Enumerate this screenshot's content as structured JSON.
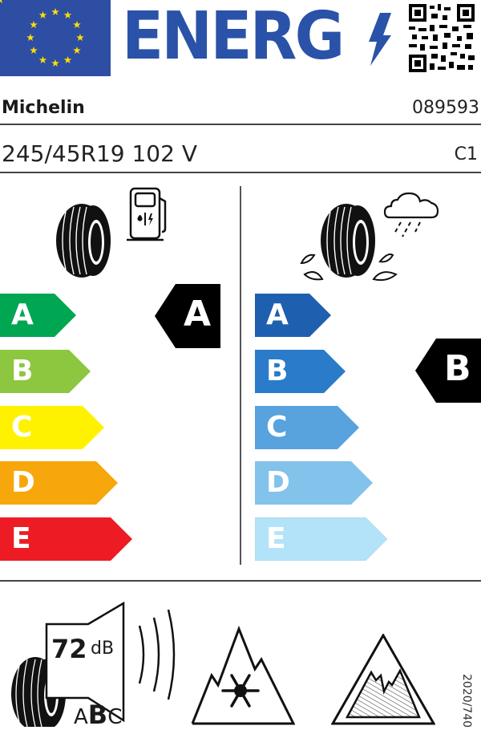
{
  "header": {
    "title": "ENERG",
    "flag_color": "#2e4ea3",
    "title_color": "#2a52a8",
    "star_color": "#ffde00",
    "qr_icon": "qr-code-icon"
  },
  "product": {
    "brand": "Michelin",
    "type_id": "089593",
    "tyre_size": "245/45R19 102 V",
    "tyre_class": "C1"
  },
  "fuel_efficiency": {
    "icon": "fuel-pump-icon",
    "rating": "A",
    "classes": [
      {
        "label": "A",
        "color": "#00a651"
      },
      {
        "label": "B",
        "color": "#8dc63f"
      },
      {
        "label": "C",
        "color": "#fff200"
      },
      {
        "label": "D",
        "color": "#f7a70b"
      },
      {
        "label": "E",
        "color": "#ed1c24"
      }
    ]
  },
  "wet_grip": {
    "icon": "rain-cloud-icon",
    "rating": "B",
    "classes": [
      {
        "label": "A",
        "color": "#1f5faf"
      },
      {
        "label": "B",
        "color": "#2a7bc9"
      },
      {
        "label": "C",
        "color": "#58a2dd"
      },
      {
        "label": "D",
        "color": "#82c2eb"
      },
      {
        "label": "E",
        "color": "#b3e3f8"
      }
    ]
  },
  "noise": {
    "value": "72",
    "unit": "dB",
    "classes": [
      "A",
      "B",
      "C"
    ],
    "selected": "B"
  },
  "pictograms": {
    "snow": "three-peak-mountain-snowflake-icon",
    "ice": "ice-grip-mountain-icon"
  },
  "regulation": "2020/740"
}
